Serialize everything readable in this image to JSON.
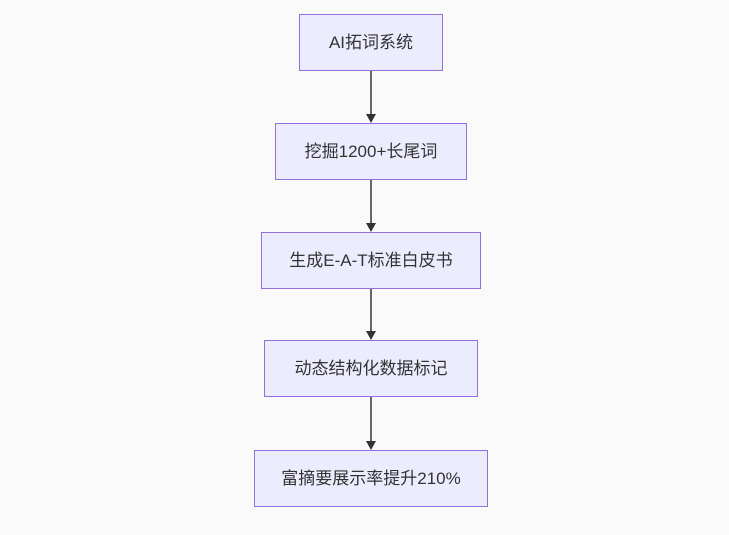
{
  "diagram": {
    "type": "flowchart",
    "direction": "top-down",
    "nodes": [
      {
        "label": "AI拓词系统"
      },
      {
        "label": "挖掘1200+长尾词"
      },
      {
        "label": "生成E-A-T标准白皮书"
      },
      {
        "label": "动态结构化数据标记"
      },
      {
        "label": "富摘要展示率提升210%"
      }
    ],
    "edges": [
      {
        "from": 0,
        "to": 1
      },
      {
        "from": 1,
        "to": 2
      },
      {
        "from": 2,
        "to": 3
      },
      {
        "from": 3,
        "to": 4
      }
    ],
    "colors": {
      "background": "#fafafa",
      "node_fill": "#ececff",
      "node_border": "#9370db",
      "node_text": "#333333",
      "arrow_line": "#666666",
      "arrow_head": "#333333"
    }
  }
}
